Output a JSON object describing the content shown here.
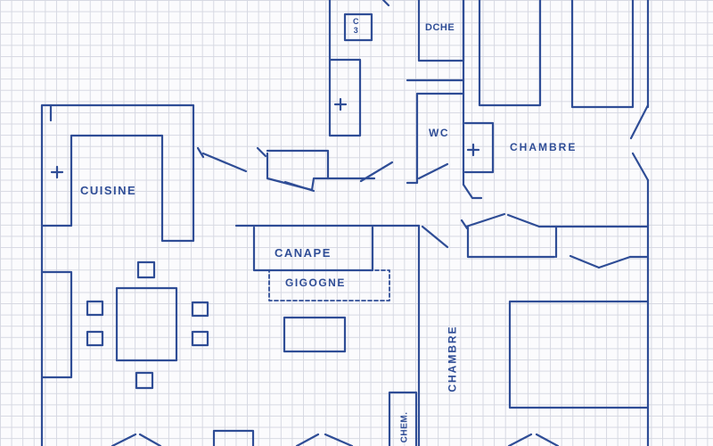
{
  "plan": {
    "rooms": {
      "cuisine": "CUISINE",
      "canape": "CANAPE",
      "gigogne": "GIGOGNE",
      "douche": "DCHE",
      "wc": "WC",
      "chambre_top": "CHAMBRE",
      "chambre_bottom": "CHAMBRE",
      "chem": "CHEM."
    },
    "marks": {
      "wall_bottom": "C\n3"
    }
  }
}
